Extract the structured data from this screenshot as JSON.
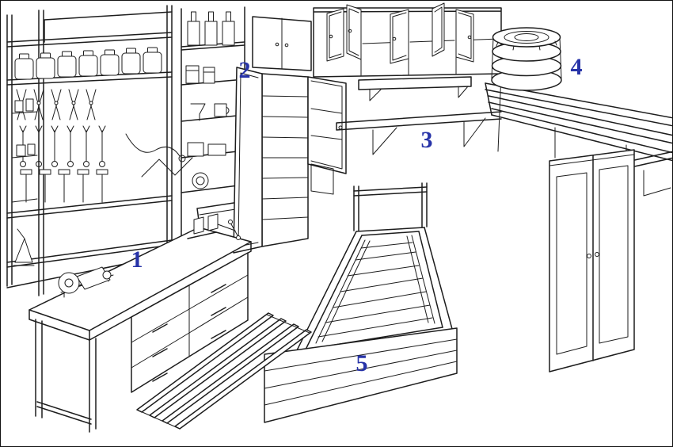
{
  "figure": {
    "kind": "workshop-interior-line-drawing",
    "background": "#ffffff",
    "line_color": "#1d1d1d",
    "label_color": "#2733a8",
    "labels": [
      {
        "text": "1",
        "target": "workbench-with-drawers"
      },
      {
        "text": "2",
        "target": "tall-tool-cabinet"
      },
      {
        "text": "3",
        "target": "wall-bench"
      },
      {
        "text": "4",
        "target": "tire-storage-shelf"
      },
      {
        "text": "5",
        "target": "inspection-pit"
      }
    ]
  }
}
